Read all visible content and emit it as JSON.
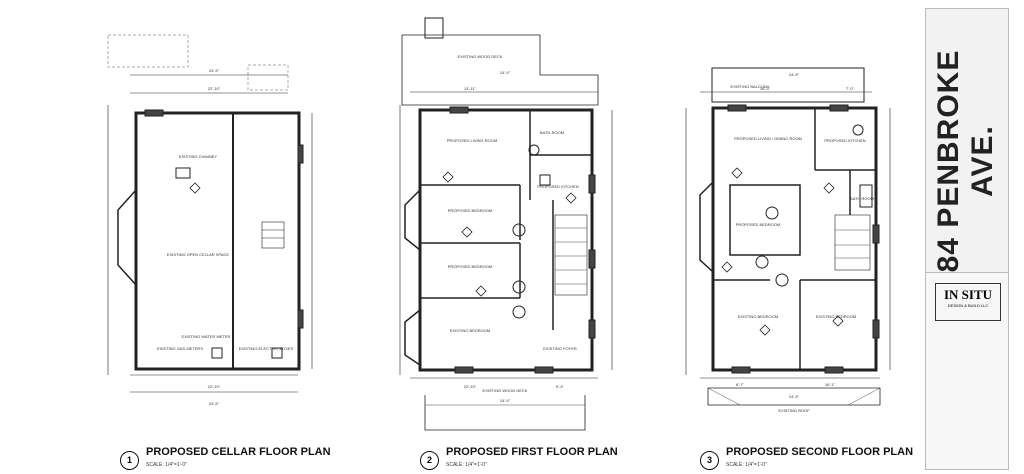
{
  "title_block": {
    "address": "84 PENBROKE AVE.",
    "firm": "IN SITU",
    "firm_sub": "DESIGN & BUILD LLC"
  },
  "plans": [
    {
      "number": "1",
      "caption": "PROPOSED CELLAR FLOOR PLAN",
      "scale": "SCALE: 1/4\"=1'-0\"",
      "rooms": [
        "EXISTING CHIMNEY",
        "EXISTING OPEN CELLAR SPACE",
        "EXISTING WATER METER",
        "EXISTING GAS METERS",
        "EXISTING ELECTRIC BOXES"
      ],
      "dims": [
        "24'-9\"",
        "22'-10\"",
        "22'-10\"",
        "24'-9\""
      ]
    },
    {
      "number": "2",
      "caption": "PROPOSED FIRST FLOOR PLAN",
      "scale": "SCALE: 1/4\"=1'-0\"",
      "rooms": [
        "EXISTING WOOD DECK",
        "PROPOSED LIVING ROOM",
        "BATH-ROOM",
        "PROPOSED KITCHEN",
        "PROPOSED BEDROOM",
        "PROPOSED BEDROOM",
        "EXISTING BEDROOM",
        "EXISTING FOYER",
        "EXISTING WOOD DECK"
      ],
      "dims": [
        "24'-9\"",
        "13'-11\"",
        "22'-10\"",
        "9'-4\"",
        "24'-9\""
      ]
    },
    {
      "number": "3",
      "caption": "PROPOSED SECOND FLOOR PLAN",
      "scale": "SCALE: 1/4\"=1'-0\"",
      "rooms": [
        "EXISTING BALCONY",
        "PROPOSED LIVING / DINING ROOM",
        "PROPOSED KITCHEN",
        "PROPOSED BEDROOM",
        "BATH ROOM",
        "EXISTING BEDROOM",
        "EXISTING BEDROOM",
        "EXISTING ROOF"
      ],
      "dims": [
        "24'-9\"",
        "16'-3\"",
        "7'-0\"",
        "8'-7\"",
        "16'-1\"",
        "24'-9\""
      ]
    }
  ]
}
